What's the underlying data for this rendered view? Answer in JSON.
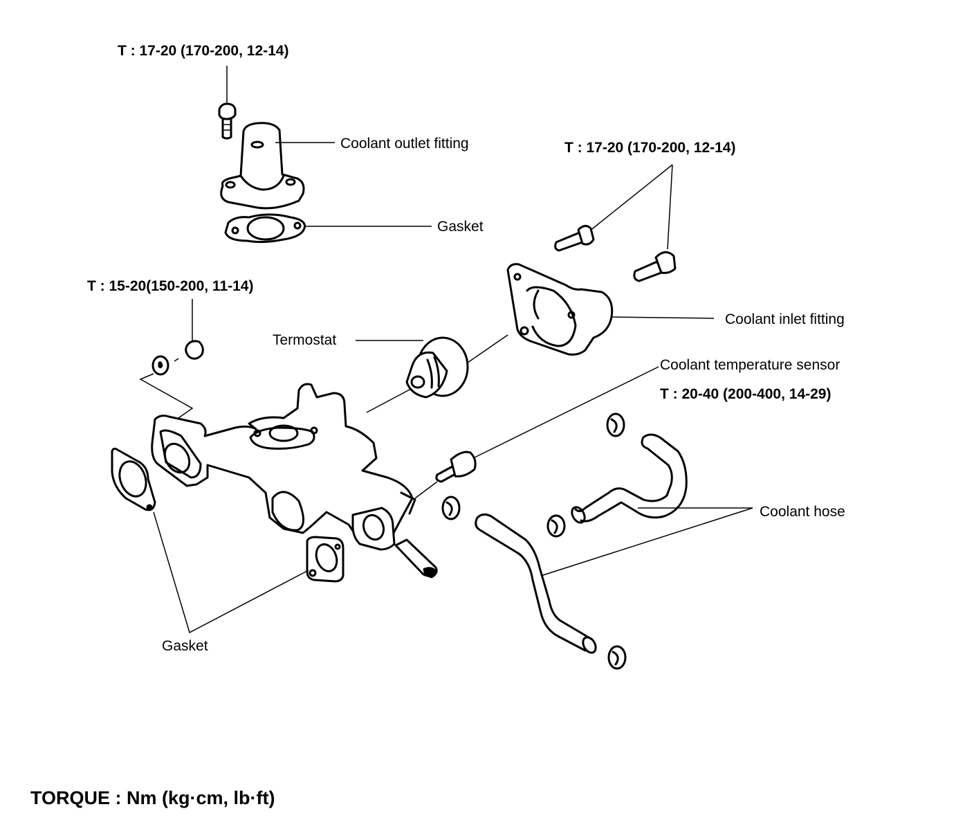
{
  "diagram": {
    "title": "Coolant fittings / thermostat exploded view",
    "labels": {
      "torque_outlet_bolt": "T : 17-20 (170-200, 12-14)",
      "coolant_outlet_fitting": "Coolant outlet fitting",
      "gasket_outlet": "Gasket",
      "torque_inlet_bolts": "T : 17-20 (170-200, 12-14)",
      "torque_housing_nut": "T : 15-20(150-200, 11-14)",
      "thermostat": "Termostat",
      "coolant_inlet_fitting": "Coolant inlet fitting",
      "coolant_temperature_sensor": "Coolant temperature sensor",
      "torque_sensor": "T : 20-40 (200-400, 14-29)",
      "coolant_hose": "Coolant hose",
      "gasket_lower": "Gasket"
    },
    "legend": "TORQUE : Nm (kg·cm, lb·ft)"
  }
}
